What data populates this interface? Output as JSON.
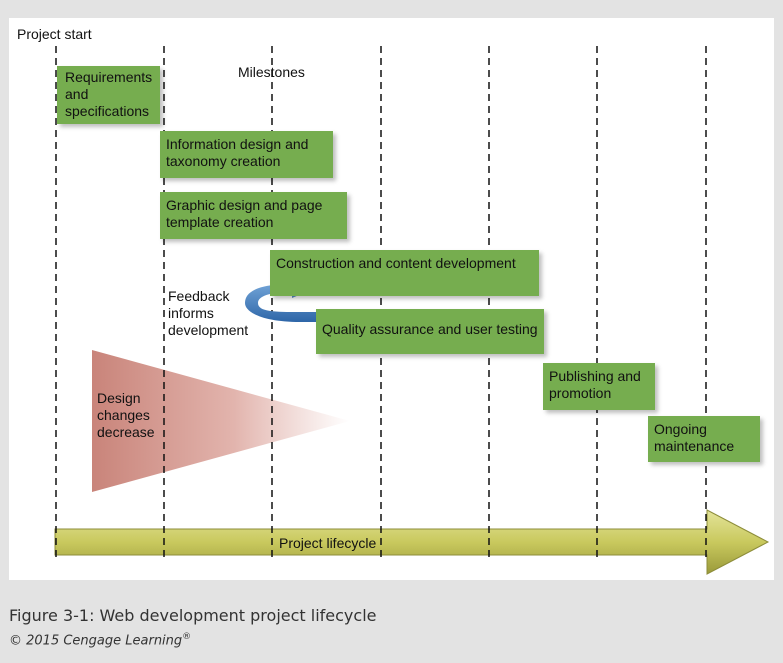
{
  "figure": {
    "project_start": "Project start",
    "milestones": "Milestones",
    "feedback": [
      "Feedback",
      "informs",
      "development"
    ],
    "design_changes": [
      "Design",
      "changes",
      "decrease"
    ],
    "lifecycle_label": "Project lifecycle"
  },
  "tasks": [
    {
      "label": [
        "Requirements",
        "and",
        "specifications"
      ]
    },
    {
      "label": [
        "Information design and",
        "taxonomy creation"
      ]
    },
    {
      "label": [
        "Graphic design and page",
        "template creation"
      ]
    },
    {
      "label": [
        "Construction and content development"
      ]
    },
    {
      "label": [
        "Quality assurance and user testing"
      ]
    },
    {
      "label": [
        "Publishing and",
        "promotion"
      ]
    },
    {
      "label": [
        "Ongoing",
        "maintenance"
      ]
    }
  ],
  "caption": {
    "title": "Figure 3-1: Web development project lifecycle",
    "credit": "© 2015 Cengage Learning"
  },
  "colors": {
    "task_fill": "#76ad4f",
    "arrow_fill": "#cfcf6a",
    "wedge": "#c9847a",
    "feedback_arrow": "#4b86c4"
  }
}
